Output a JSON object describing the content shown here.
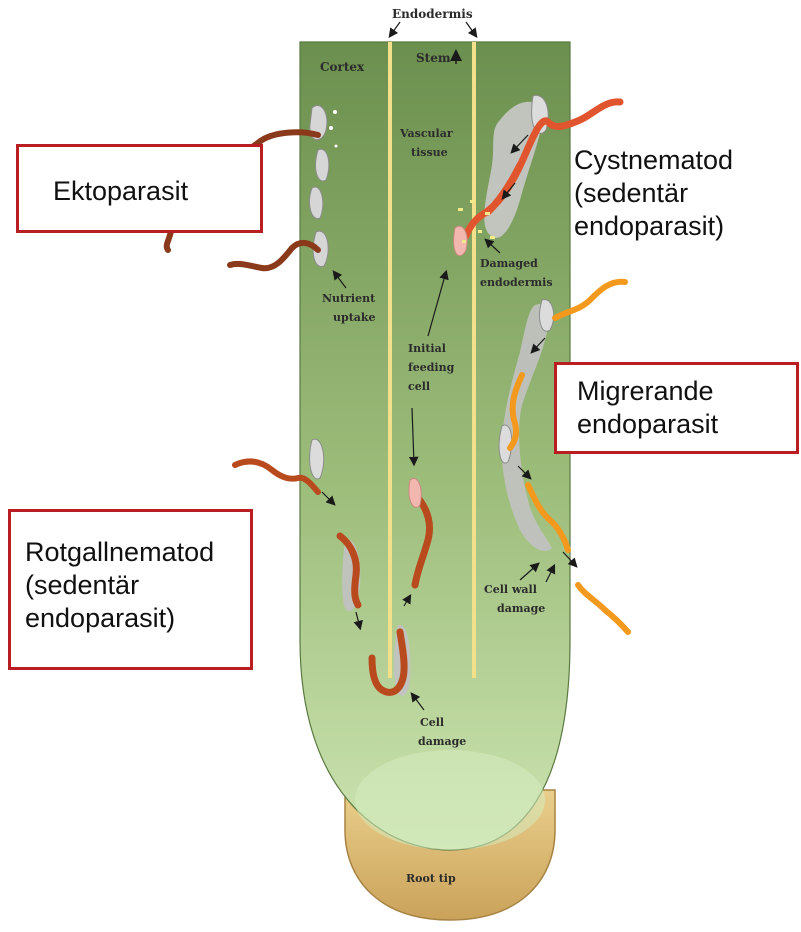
{
  "diagram": {
    "labels": {
      "endodermis": "Endodermis",
      "stem": "Stem",
      "cortex": "Cortex",
      "vascular_tissue": [
        "Vascular",
        "tissue"
      ],
      "nutrient_uptake": [
        "Nutrient",
        "uptake"
      ],
      "damaged_endodermis": [
        "Damaged",
        "endodermis"
      ],
      "initial_feeding_cell": [
        "Initial",
        "feeding",
        "cell"
      ],
      "cell_wall_damage": [
        "Cell wall",
        "damage"
      ],
      "cell_damage": [
        "Cell",
        "damage"
      ],
      "root_tip": "Root tip"
    },
    "callouts": {
      "ektoparasit": "Ektoparasit",
      "cystnematod": [
        "Cystnematod",
        "(sedentär",
        "endoparasit)"
      ],
      "migrerande": [
        "Migrerande",
        "endoparasit"
      ],
      "rotgallnematod": [
        "Rotgallnematod",
        "(sedentär",
        "endoparasit)"
      ]
    },
    "colors": {
      "root_top": "#6b8f4e",
      "root_bottom": "#c9e2ad",
      "root_cap": "#d8b56a",
      "vascular_line": "#f3e08a",
      "callout_border": "#b81e22",
      "ektoparasite_worm": "#8a3a1a",
      "cyst_worm": "#e0552e",
      "migratory_worm": "#f39a1e",
      "rootknot_worm": "#b84a1e"
    }
  }
}
